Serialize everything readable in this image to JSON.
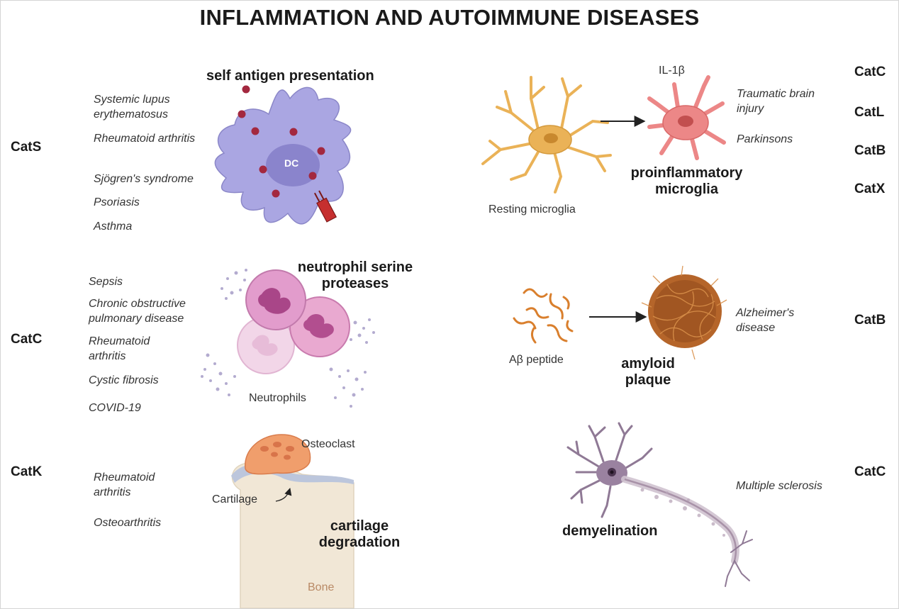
{
  "title": "INFLAMMATION AND AUTOIMMUNE DISEASES",
  "left": {
    "dc_panel": {
      "cathepsin": "CatS",
      "process": "self antigen presentation",
      "cell_label": "DC",
      "diseases": [
        "Systemic lupus erythematosus",
        "Rheumatoid arthritis",
        "Sjögren's syndrome",
        "Psoriasis",
        "Asthma"
      ]
    },
    "neutrophil_panel": {
      "cathepsin": "CatC",
      "process": "neutrophil serine proteases",
      "cell_label": "Neutrophils",
      "diseases": [
        "Sepsis",
        "Chronic obstructive pulmonary disease",
        "Rheumatoid arthritis",
        "Cystic fibrosis",
        "COVID-19"
      ]
    },
    "bone_panel": {
      "cathepsin": "CatK",
      "process": "cartilage degradation",
      "labels": {
        "osteoclast": "Osteoclast",
        "cartilage": "Cartilage",
        "bone": "Bone"
      },
      "diseases": [
        "Rheumatoid arthritis",
        "Osteoarthritis"
      ]
    }
  },
  "right": {
    "microglia_panel": {
      "cytokine": "IL-1β",
      "resting_label": "Resting microglia",
      "process": "proinflammatory microglia",
      "diseases": [
        "Traumatic brain injury",
        "Parkinsons"
      ],
      "cathepsins": [
        "CatC",
        "CatL",
        "CatB",
        "CatX"
      ]
    },
    "amyloid_panel": {
      "peptide_label": "Aβ peptide",
      "process": "amyloid plaque",
      "diseases": [
        "Alzheimer's disease"
      ],
      "cathepsin": "CatB"
    },
    "neuron_panel": {
      "process": "demyelination",
      "diseases": [
        "Multiple sclerosis"
      ],
      "cathepsin": "CatC"
    }
  },
  "colors": {
    "dc_cell": "#a9a6e0",
    "antigen": "#a3283f",
    "neutrophil": "#d992c4",
    "resting_microglia": "#eab257",
    "proinflammatory_microglia": "#ec8787",
    "amyloid": "#b5652a",
    "osteoclast": "#f09e6c",
    "bone": "#f1e7d6",
    "cartilage": "#bcc6dc",
    "neuron": "#8f7995"
  }
}
